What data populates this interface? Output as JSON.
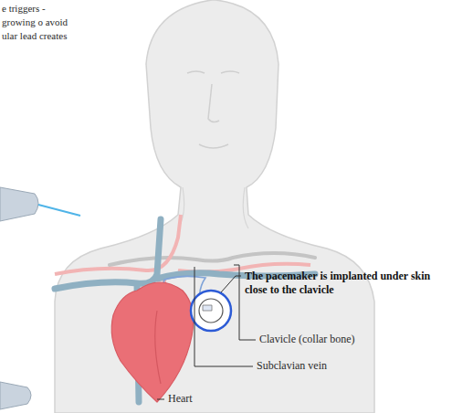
{
  "diagram": {
    "labels": [
      "e triggers -growing o avoid ular lead creates",
      "The pacemaker is implanted under skin close to the clavicle",
      "Clavicle (collar bone)",
      "Subclavian vein",
      "Heart"
    ]
  }
}
